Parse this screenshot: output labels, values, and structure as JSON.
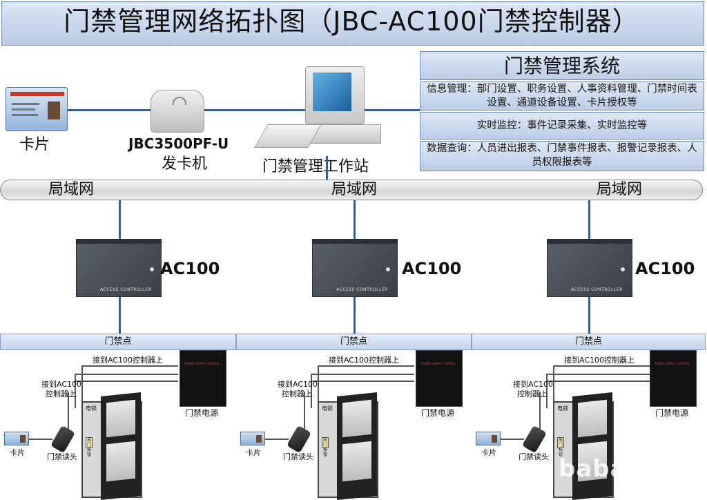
{
  "header": {
    "title": "门禁管理网络拓扑图（JBC-AC100门禁控制器）"
  },
  "system": {
    "title": "门禁管理系统",
    "info_management": "信息管理：部门设置、职务设置、人事资料管理、门禁时间表设置、通道设备设置、卡片授权等",
    "realtime_monitoring": "实时监控：事件记录采集、实时监控等",
    "data_query": "数据查询：人员进出报表、门禁事件报表、报警记录报表、人员权限报表等"
  },
  "top_nodes": {
    "card": "卡片",
    "issuer_model": "JBC3500PF-U",
    "issuer_name": "发卡机",
    "workstation": "门禁管理工作站"
  },
  "lan_labels": [
    "局域网",
    "局域网",
    "局域网"
  ],
  "controllers": [
    {
      "label": "AC100",
      "plate": "ACCESS CONTROLLER"
    },
    {
      "label": "AC100",
      "plate": "ACCESS CONTROLLER"
    },
    {
      "label": "AC100",
      "plate": "ACCESS CONTROLLER"
    }
  ],
  "sites": [
    {
      "bar_label": "门禁点",
      "connect_top": "接到AC100控制器上",
      "connect_side_1": "接到AC100",
      "connect_side_2": "控制器上",
      "psu_label": "门禁电源",
      "psu_plate": "POWER SUPPLY CONTROL",
      "lock_label": "电锁",
      "exit_button": "出门按钮",
      "card_label": "卡片",
      "reader_label": "门禁读头"
    },
    {
      "bar_label": "门禁点",
      "connect_top": "接到AC100控制器上",
      "connect_side_1": "接到AC100",
      "connect_side_2": "控制器上",
      "psu_label": "门禁电源",
      "psu_plate": "POWER SUPPLY CONTROL",
      "lock_label": "电锁",
      "exit_button": "出门按钮",
      "card_label": "卡片",
      "reader_label": "门禁读头"
    },
    {
      "bar_label": "门禁点",
      "connect_top": "接到AC100控制器上",
      "connect_side_1": "接到AC100",
      "connect_side_2": "控制器上",
      "psu_label": "门禁电源",
      "psu_plate": "POWER SUPPLY CONTROL",
      "lock_label": "电锁",
      "exit_button": "出门按钮",
      "card_label": "卡片",
      "reader_label": "门禁读头"
    }
  ],
  "watermark": "baba",
  "colors": {
    "link_line": "#3a5f8f",
    "panel_fill": "#c4d4ea",
    "panel_border": "#6a86b3"
  }
}
